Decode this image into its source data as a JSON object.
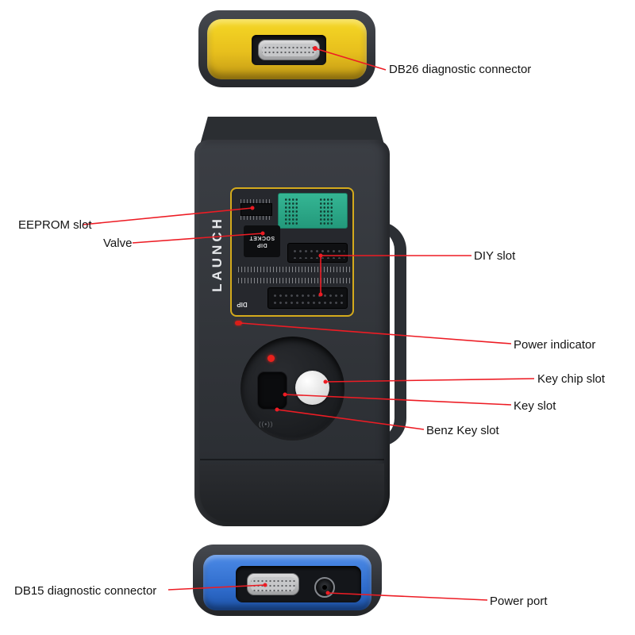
{
  "device": {
    "brand": "LAUNCH",
    "dip_socket_label": "DIP SOCKET",
    "dip_label": "DIP",
    "induction_mark": "((•))"
  },
  "labels": {
    "db26": "DB26 diagnostic connector",
    "eeprom": "EEPROM slot",
    "valve": "Valve",
    "diy": "DIY slot",
    "power_indicator": "Power indicator",
    "key_chip": "Key chip slot",
    "key_slot": "Key slot",
    "benz_key": "Benz Key slot",
    "db15": "DB15 diagnostic connector",
    "power_port": "Power port"
  },
  "colors": {
    "callout_red": "#ed1c24",
    "top_face_yellow": "#e8c31e",
    "bottom_face_blue": "#3a76d4",
    "body_dark": "#34373c",
    "zif_green": "#2fae8e"
  }
}
